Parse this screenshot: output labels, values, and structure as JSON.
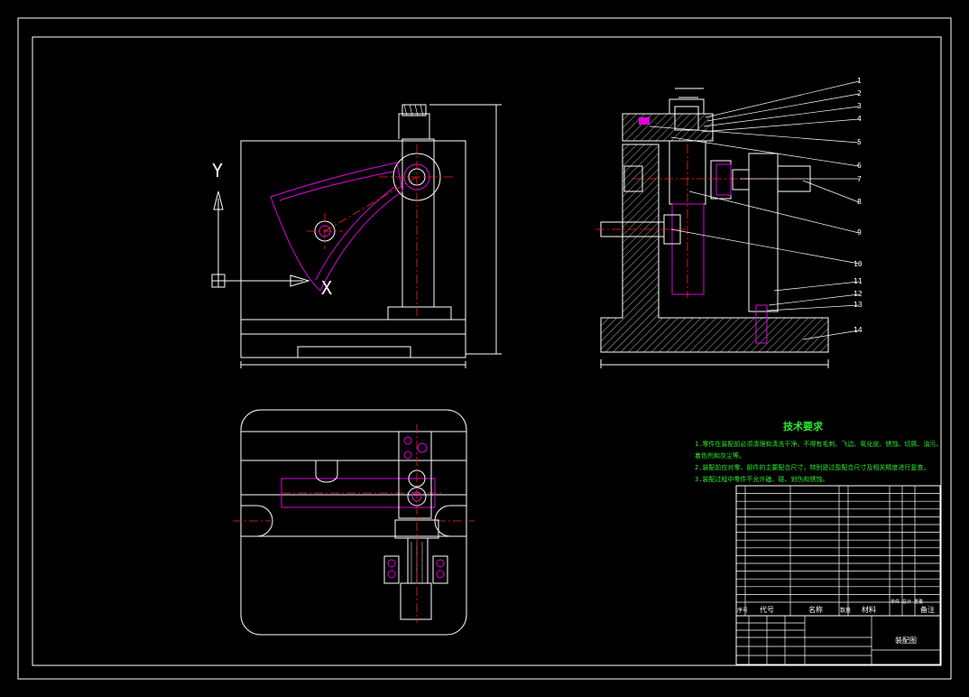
{
  "axis": {
    "y_label": "Y",
    "x_label": "X"
  },
  "technical_requirements": {
    "title": "技术要求",
    "items": [
      "1.零件在装配前必须清理和清洗干净，不得有毛刺、飞边、氧化皮、锈蚀、切屑、油污、",
      "着色剂和灰尘等。",
      "2.装配前应对零、部件的主要配合尺寸，特别是过盈配合尺寸及相关精度进行复查。",
      "3.装配过程中零件不允许磕、碰、划伤和锈蚀。"
    ]
  },
  "callouts": [
    "1",
    "2",
    "3",
    "4",
    "5",
    "6",
    "7",
    "8",
    "9",
    "10",
    "11",
    "12",
    "13",
    "14"
  ],
  "bom_header": {
    "seq": "序号",
    "code": "代号",
    "name": "名称",
    "qty": "数量",
    "material": "材料",
    "weight": "单件 总计 重量",
    "note": "备注"
  },
  "title_block": {
    "drawing_name": "装配图"
  }
}
